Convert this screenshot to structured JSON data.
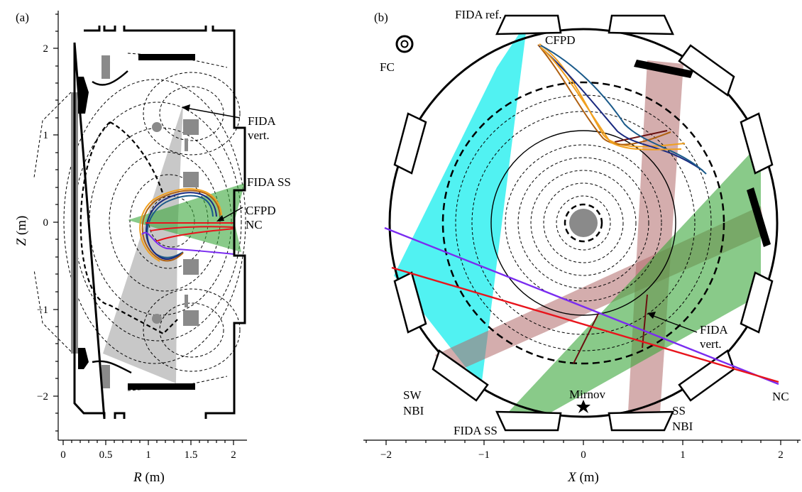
{
  "panel_a": {
    "tag": "(a)",
    "x_axis": {
      "var": "R",
      "unit": " (m)",
      "ticks": [
        "0",
        "0.5",
        "1",
        "1.5",
        "2"
      ]
    },
    "y_axis": {
      "var": "Z",
      "unit": " (m)",
      "ticks": [
        "2",
        "1",
        "0",
        "−1",
        "−2"
      ]
    },
    "labels": {
      "fida_vert_1": "FIDA",
      "fida_vert_2": "vert.",
      "fida_ss": "FIDA SS",
      "cfpd": "CFPD",
      "nc": "NC"
    }
  },
  "panel_b": {
    "tag": "(b)",
    "x_axis": {
      "var": "X",
      "unit": " (m)",
      "ticks": [
        "−2",
        "−1",
        "0",
        "1",
        "2"
      ]
    },
    "labels": {
      "fida_ref": "FIDA ref.",
      "cfpd": "CFPD",
      "fc": "FC",
      "fida_vert_1": "FIDA",
      "fida_vert_2": "vert.",
      "sw_nbi_1": "SW",
      "sw_nbi_2": "NBI",
      "mirnov": "Mirnov",
      "fida_ss": "FIDA SS",
      "ss_nbi_1": "SS",
      "ss_nbi_2": "NBI",
      "nc": "NC"
    }
  },
  "colors": {
    "fida_vert_gray": "#aaaaaa",
    "fida_ref_cyan": "#33f0f0",
    "fida_ss_green": "#3aa63a",
    "nbi_brown": "#b06a6a",
    "nc_red": "#e8141c",
    "nc_purple": "#7a2cf0",
    "orbit_orange": "#f0a020",
    "orbit_navy": "#1a2a80",
    "orbit_teal": "#1a5a8a",
    "orbit_brown": "#b06010"
  }
}
